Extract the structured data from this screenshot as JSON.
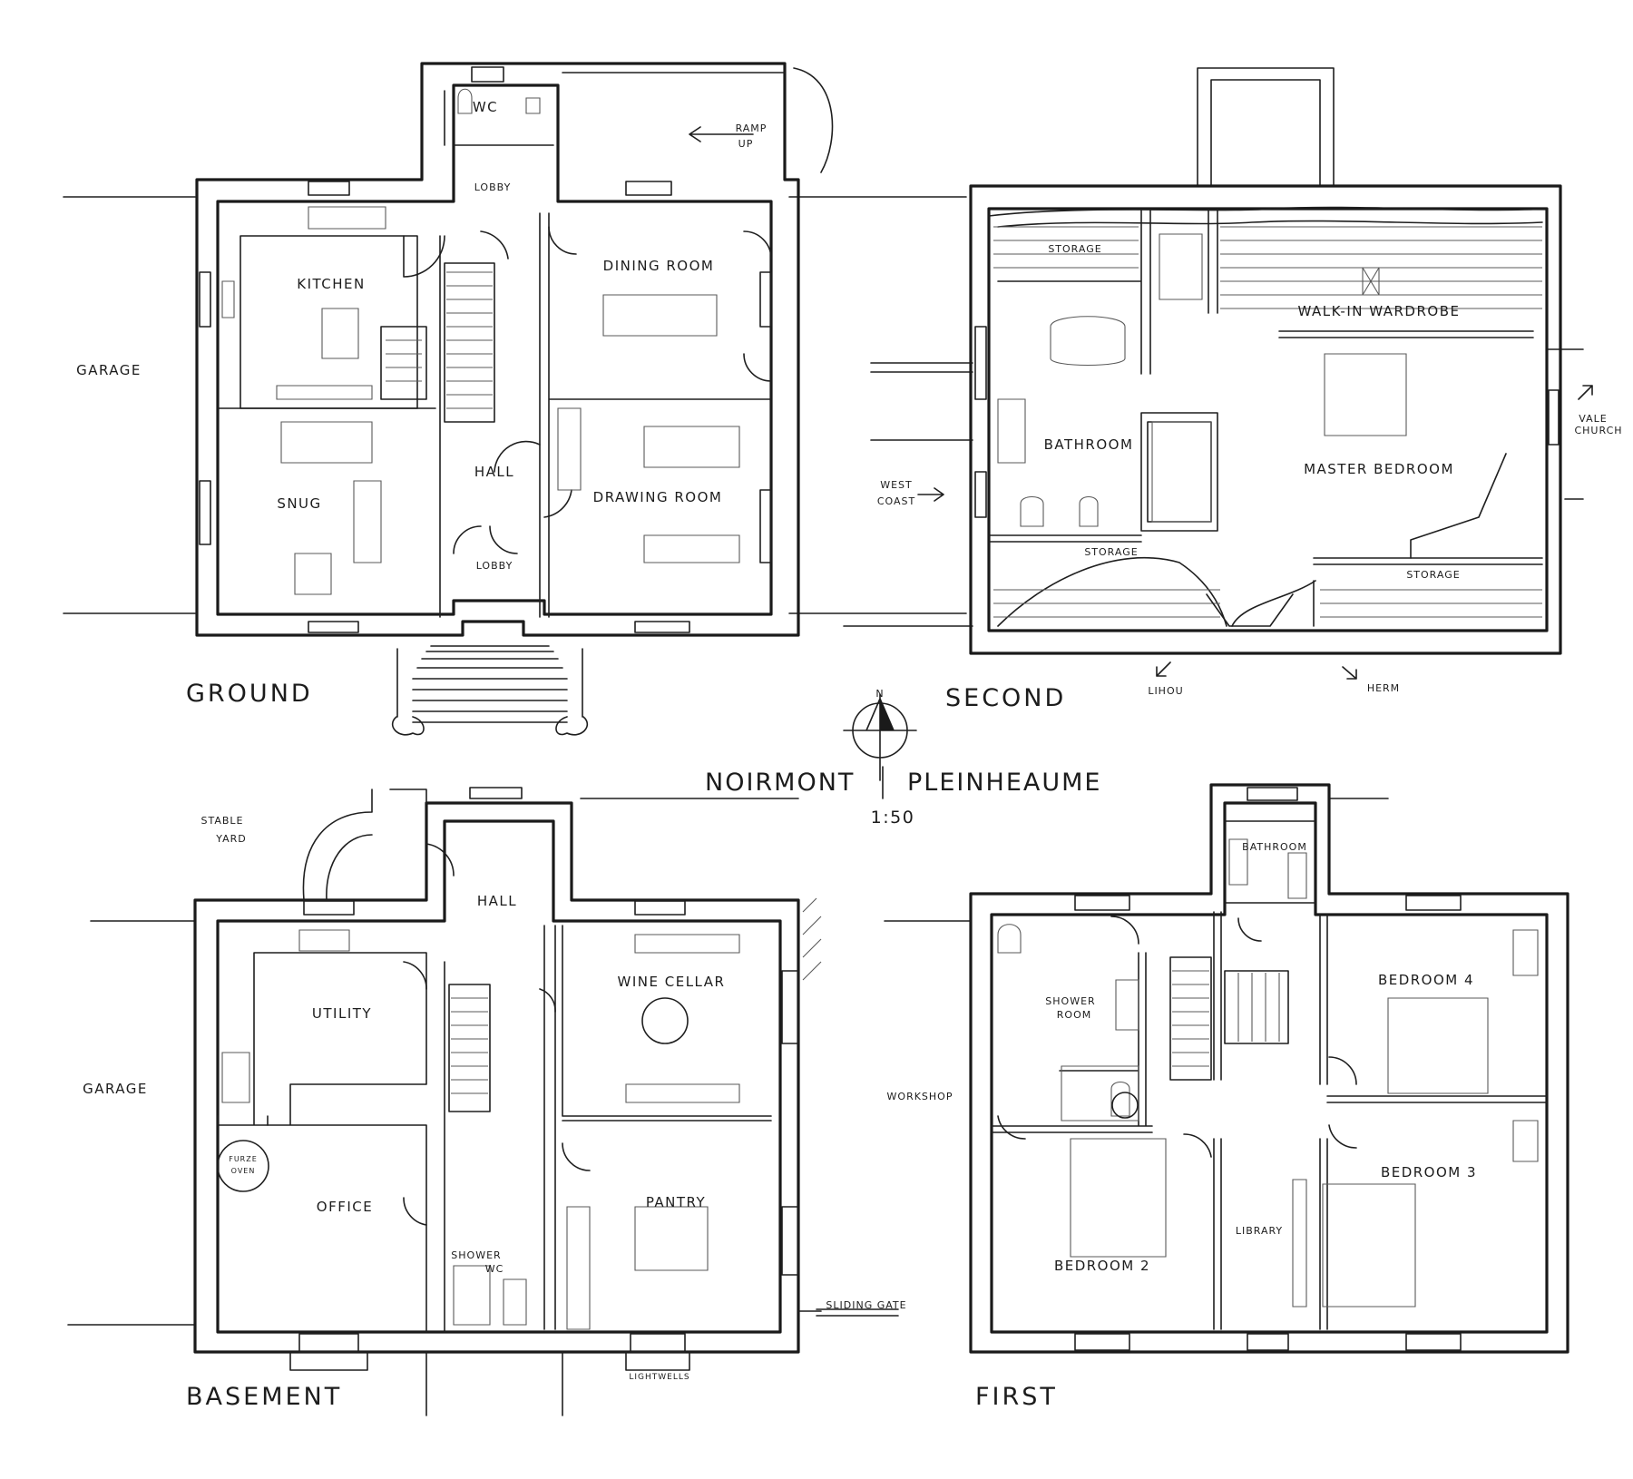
{
  "title": {
    "left": "NOIRMONT",
    "right": "PLEINHEAUME",
    "scale": "1:50"
  },
  "compass": {
    "north": "N"
  },
  "plans": {
    "ground": {
      "name": "GROUND",
      "rooms": {
        "wc": "WC",
        "lobby_top": "LOBBY",
        "ramp": "RAMP",
        "ramp_up": "UP",
        "kitchen": "KITCHEN",
        "dining": "DINING ROOM",
        "snug": "SNUG",
        "hall": "HALL",
        "drawing": "DRAWING ROOM",
        "lobby_bottom": "LOBBY",
        "garage": "GARAGE"
      }
    },
    "second": {
      "name": "SECOND",
      "rooms": {
        "storage_top": "STORAGE",
        "walkin": "WALK-IN WARDROBE",
        "bathroom": "BATHROOM",
        "master": "MASTER BEDROOM",
        "storage_mid": "STORAGE",
        "storage_right": "STORAGE",
        "west": "WEST",
        "coast": "COAST",
        "vale": "VALE",
        "church": "CHURCH",
        "lihou": "LIHOU",
        "herm": "HERM"
      }
    },
    "basement": {
      "name": "BASEMENT",
      "rooms": {
        "stable": "STABLE",
        "yard": "YARD",
        "hall": "HALL",
        "utility": "UTILITY",
        "wine": "WINE CELLAR",
        "garage": "GARAGE",
        "furze": "FURZE",
        "oven": "OVEN",
        "office": "OFFICE",
        "pantry": "PANTRY",
        "shower": "SHOWER",
        "wc": "WC",
        "sliding_gate": "SLIDING GATE",
        "lightwells": "LIGHTWELLS"
      }
    },
    "first": {
      "name": "FIRST",
      "rooms": {
        "bathroom": "BATHROOM",
        "shower1": "SHOWER",
        "shower2": "ROOM",
        "bedroom4": "BEDROOM 4",
        "workshop": "WORKSHOP",
        "bedroom3": "BEDROOM 3",
        "library": "LIBRARY",
        "bedroom2": "BEDROOM 2"
      }
    }
  }
}
